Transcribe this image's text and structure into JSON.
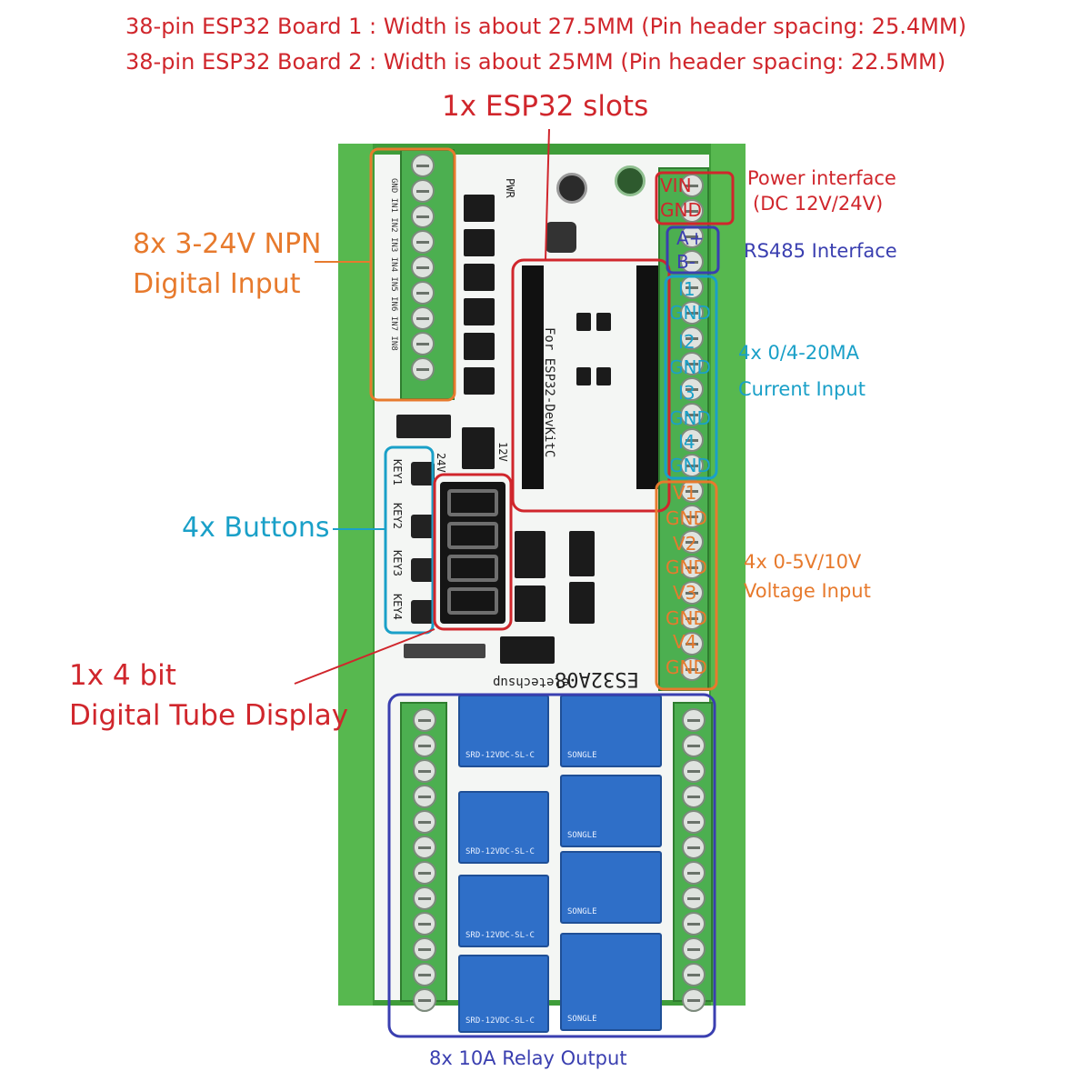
{
  "header": {
    "line1": "38-pin ESP32 Board 1 : Width is about 27.5MM (Pin header spacing: 25.4MM)",
    "line2": "38-pin ESP32 Board 2 : Width is about 25MM (Pin header spacing: 22.5MM)"
  },
  "labels": {
    "esp32_slot": "1x ESP32 slots",
    "digital_input_1": "8x 3-24V NPN",
    "digital_input_2": "Digital Input",
    "buttons": "4x Buttons",
    "display_1": "1x 4 bit",
    "display_2": "Digital Tube Display",
    "power_1": "Power interface",
    "power_2": "(DC 12V/24V)",
    "rs485": "RS485 Interface",
    "current_1": "4x 0/4-20MA",
    "current_2": "Current Input",
    "voltage_1": "4x 0-5V/10V",
    "voltage_2": "Voltage Input",
    "relay": "8x 10A Relay Output"
  },
  "board": {
    "model": "ES32A08",
    "brand": "eletechsup",
    "slot_text": "For ESP32-DevKitC",
    "pwr": "PWR",
    "v24": "24V",
    "v12": "12V",
    "right_pins": [
      "VIN",
      "GND",
      "A+",
      "B-",
      "I1",
      "GND",
      "I2",
      "GND",
      "I3",
      "GND",
      "I4",
      "GND",
      "V1",
      "GND",
      "V2",
      "GND",
      "V3",
      "GND",
      "V4",
      "GND"
    ],
    "keys": [
      "KEY1",
      "KEY2",
      "KEY3",
      "KEY4"
    ],
    "inputs": [
      "GND",
      "IN1",
      "IN2",
      "IN3",
      "IN4",
      "IN5",
      "IN6",
      "IN7",
      "IN8"
    ],
    "relay_brand": "SONGLE",
    "relay_model": "SRD-12VDC-SL-C"
  },
  "colors": {
    "red": "#d0262c",
    "orange": "#e77a2d",
    "cyan": "#1aa0c8",
    "blue": "#3a3fb0",
    "board_green": "#4caf50",
    "pcb_white": "#f4f6f4",
    "relay_blue": "#2f6fc8"
  }
}
